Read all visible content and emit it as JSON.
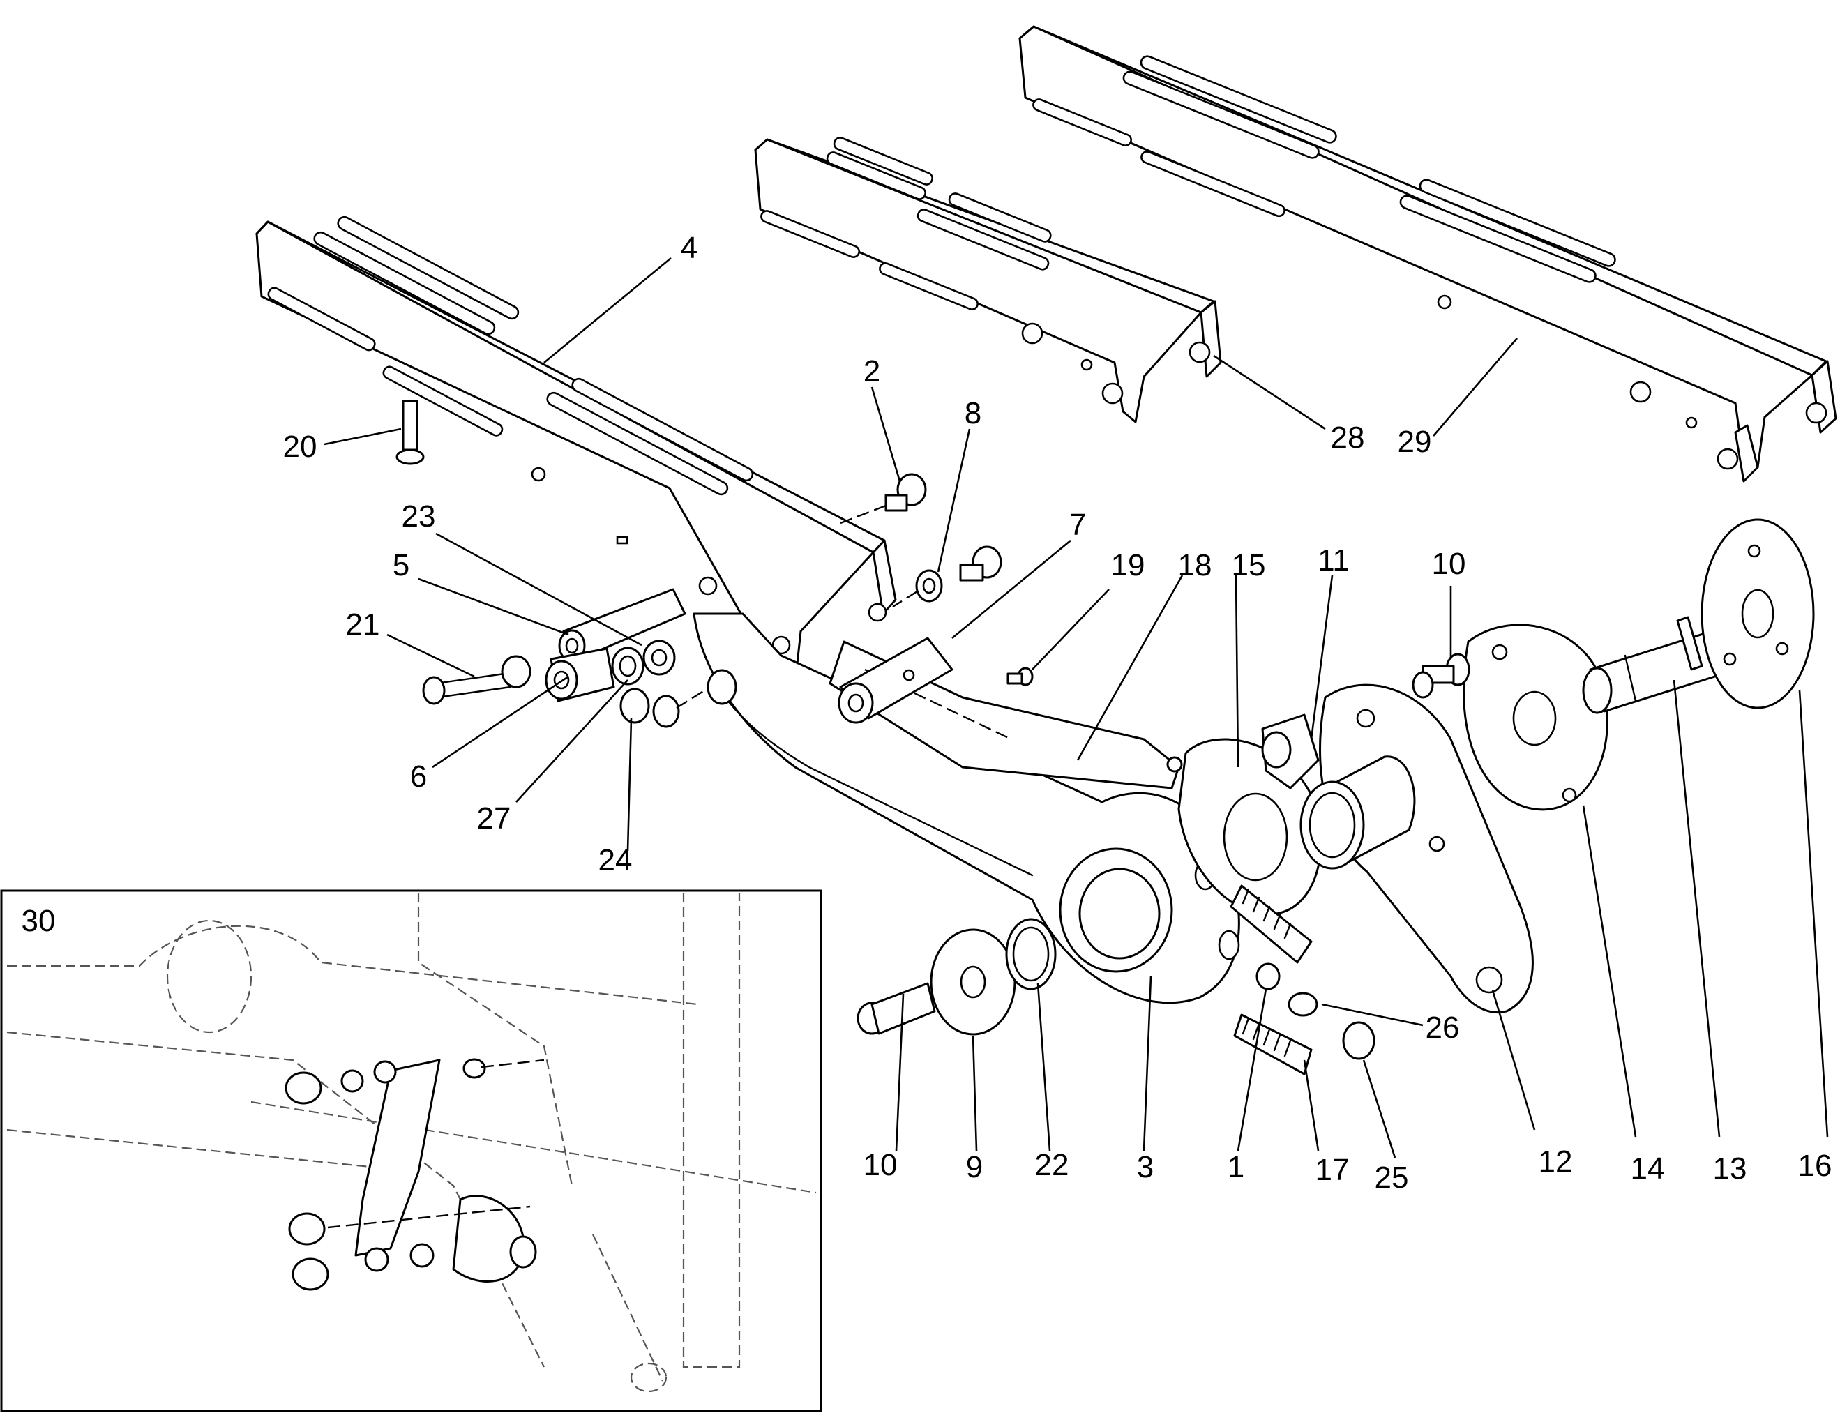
{
  "callouts": [
    {
      "id": "c4",
      "text": "4"
    },
    {
      "id": "c2",
      "text": "2"
    },
    {
      "id": "c8",
      "text": "8"
    },
    {
      "id": "c20",
      "text": "20"
    },
    {
      "id": "c23",
      "text": "23"
    },
    {
      "id": "c5",
      "text": "5"
    },
    {
      "id": "c21",
      "text": "21"
    },
    {
      "id": "c7",
      "text": "7"
    },
    {
      "id": "c19",
      "text": "19"
    },
    {
      "id": "c18",
      "text": "18"
    },
    {
      "id": "c15",
      "text": "15"
    },
    {
      "id": "c11",
      "text": "11"
    },
    {
      "id": "c10a",
      "text": "10"
    },
    {
      "id": "c28",
      "text": "28"
    },
    {
      "id": "c29",
      "text": "29"
    },
    {
      "id": "c6",
      "text": "6"
    },
    {
      "id": "c27",
      "text": "27"
    },
    {
      "id": "c24",
      "text": "24"
    },
    {
      "id": "c26",
      "text": "26"
    },
    {
      "id": "c10b",
      "text": "10"
    },
    {
      "id": "c9",
      "text": "9"
    },
    {
      "id": "c22",
      "text": "22"
    },
    {
      "id": "c3",
      "text": "3"
    },
    {
      "id": "c1",
      "text": "1"
    },
    {
      "id": "c17",
      "text": "17"
    },
    {
      "id": "c25",
      "text": "25"
    },
    {
      "id": "c12",
      "text": "12"
    },
    {
      "id": "c14",
      "text": "14"
    },
    {
      "id": "c13",
      "text": "13"
    },
    {
      "id": "c16",
      "text": "16"
    },
    {
      "id": "c30",
      "text": "30"
    }
  ]
}
